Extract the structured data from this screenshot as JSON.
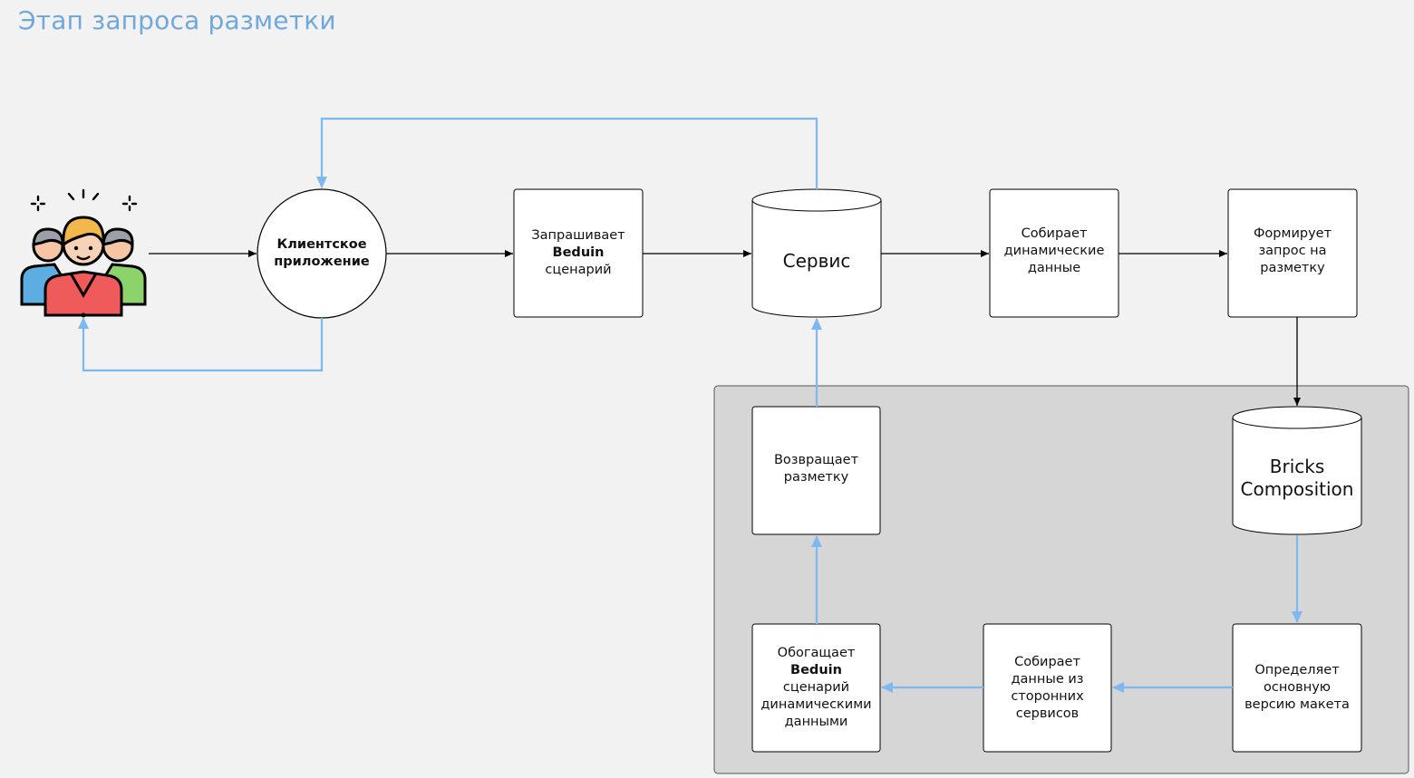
{
  "title": "Этап запроса разметки",
  "nodes": {
    "client_app": "Клиентское приложение",
    "request_scenario": {
      "bold": "Beduin",
      "before": "Запрашивает",
      "after": "сценарий"
    },
    "service": "Сервис",
    "collect_dynamic": "Собирает динамические данные",
    "form_request": "Формирует запрос на разметку",
    "bricks": "Bricks Composition",
    "returns_markup": "Возвращает разметку",
    "determine_version": "Определяет основную версию макета",
    "collect_external": "Собирает данные из сторонних сервисов",
    "enrich": {
      "bold": "Beduin",
      "before": "Обогащает",
      "after": "сценарий динамическими данными"
    }
  },
  "icons": {
    "users": "users-group-icon"
  },
  "colors": {
    "title": "#6fa8dc",
    "return_arrow": "#7db9f0",
    "group_bg": "#d6d6d6"
  }
}
